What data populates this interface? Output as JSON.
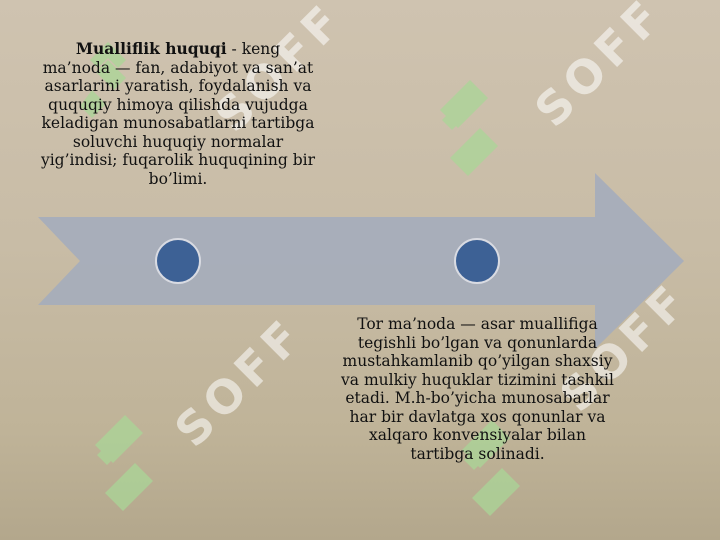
{
  "watermark": {
    "text": "SOFF",
    "icon": "soff-logo-icon",
    "color": "#8fcf7a"
  },
  "diagram": {
    "arrow_color": "#a7adbb",
    "node_color": "#3d6195",
    "nodes": [
      {
        "term": "Mualliflik huquqi",
        "text": " - keng ma’noda — fan, adabiyot va san’at asarlarini yaratish, foydalanish va ququqiy himoya qilishda vujudga keladigan munosabatlarni tartibga soluvchi huquqiy normalar yig’indisi; fuqarolik huquqining bir bo’limi."
      },
      {
        "text": "Tor ma’noda — asar muallifiga tegishli bo’lgan va qonunlarda mustahkamlanib qo’yilgan shaxsiy va mulkiy huquklar tizimini tashkil etadi. M.h-bo’yicha munosabatlar har bir davlatga xos qonunlar va xalqaro konvensiyalar bilan tartibga solinadi."
      }
    ]
  }
}
